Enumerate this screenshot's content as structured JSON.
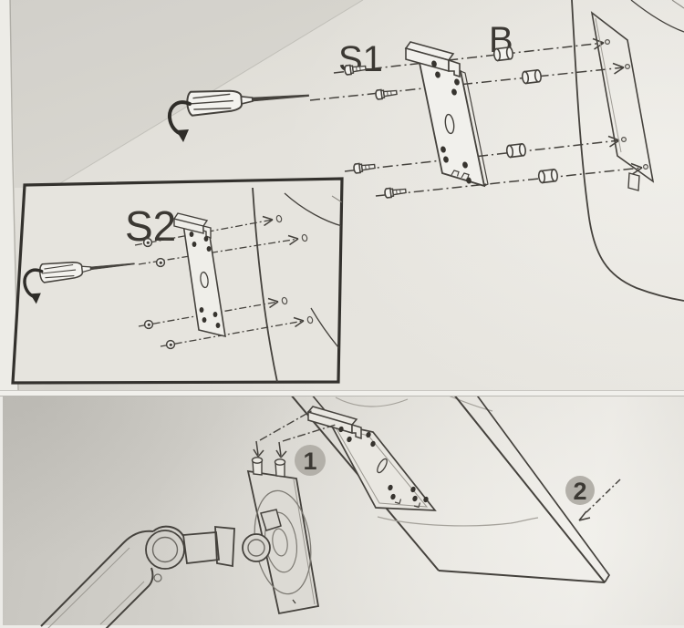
{
  "manual": {
    "kind": "assembly-instructions-photo",
    "top_panel": {
      "screw_label": "S1",
      "spacer_label": "B",
      "inset_step_label": "S2"
    },
    "bottom_panel": {
      "badge_1": "1",
      "badge_2": "2"
    },
    "colors": {
      "paper_light": "#e9e7e1",
      "paper_mid": "#dddbd4",
      "paper_dark": "#c8c6c0",
      "ink": "#45423d",
      "ink_light": "#908d86",
      "inset_border": "#33312d",
      "badge_fill": "#b3b0a9",
      "badge_text": "#4a443c",
      "separator": "#f1f0ec"
    }
  }
}
